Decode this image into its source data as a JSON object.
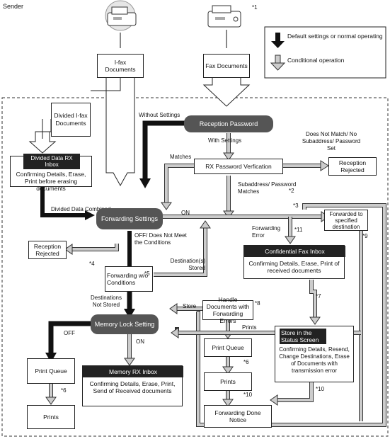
{
  "header": {
    "sender": "Sender",
    "note_fax_machine": "*1"
  },
  "legend": {
    "default_label": "Default settings or normal operating",
    "conditional_label": "Conditional operation"
  },
  "nodes": {
    "ifax_documents": "I-fax Documents",
    "fax_documents": "Fax Documents",
    "divided_documents": "Divided I-fax Documents",
    "divided_inbox_title": "Divided Data RX Inbox",
    "divided_inbox_body": "Confirming Details, Erase, Print before erasing documents",
    "reception_password": "Reception Password",
    "rx_password_verification": "RX Password Verfication",
    "reception_rejected_top": "Reception Rejected",
    "forwarding_settings": "Forwarding Settings",
    "reception_rejected_left": "Reception Rejected",
    "forwarding_wo_conditions": "Forwarding w/o Conditions",
    "forwarded_to_destination": "Forwarded to specified destination",
    "confidential_inbox_title": "Confidential Fax Inbox",
    "confidential_inbox_body": "Confirming Details, Erase, Print of received documents",
    "handle_documents": "Handle Documents with Forwarding Errors",
    "store_status_title": "Store in the Status Screen",
    "store_status_body": "Confirming Details, Resend, Change Destinations, Erase of Documents with transmission error",
    "memory_lock": "Memory Lock Setting",
    "print_queue_left": "Print Queue",
    "prints_left": "Prints",
    "memory_inbox_title": "Memory RX Inbox",
    "memory_inbox_body": "Confirming Details, Erase, Print, Send of Received documents",
    "print_queue_mid": "Print Queue",
    "prints_mid": "Prints",
    "forwarding_done": "Forwarding Done Notice"
  },
  "labels": {
    "without_settings": "Without Settings",
    "with_settings": "With Settings",
    "matches": "Matches",
    "does_not_match": "Does Not Match/ No Subaddress/ Password Set",
    "subaddress_matches": "Subaddress/ Password Matches",
    "divided_data_combined": "Divided Data Combined",
    "on_forwarding": "ON",
    "off_conditions": "OFF/ Does Not Meet the Conditions",
    "destinations_stored": "Destination(s) Stored",
    "destinations_not_stored": "Destinations Not Stored",
    "forwarding_error": "Forwarding Error",
    "store": "Store",
    "prints_label": "Prints",
    "off_memory": "OFF",
    "on_memory": "ON"
  },
  "notes": {
    "n1": "*1",
    "n2": "*2",
    "n3": "*3",
    "n4": "*4",
    "n5": "*5",
    "n6_left": "*6",
    "n6_mid": "*6",
    "n7": "*7",
    "n8": "*8",
    "n9": "*9",
    "n10_mid": "*10",
    "n10_right": "*10",
    "n11": "*11"
  }
}
